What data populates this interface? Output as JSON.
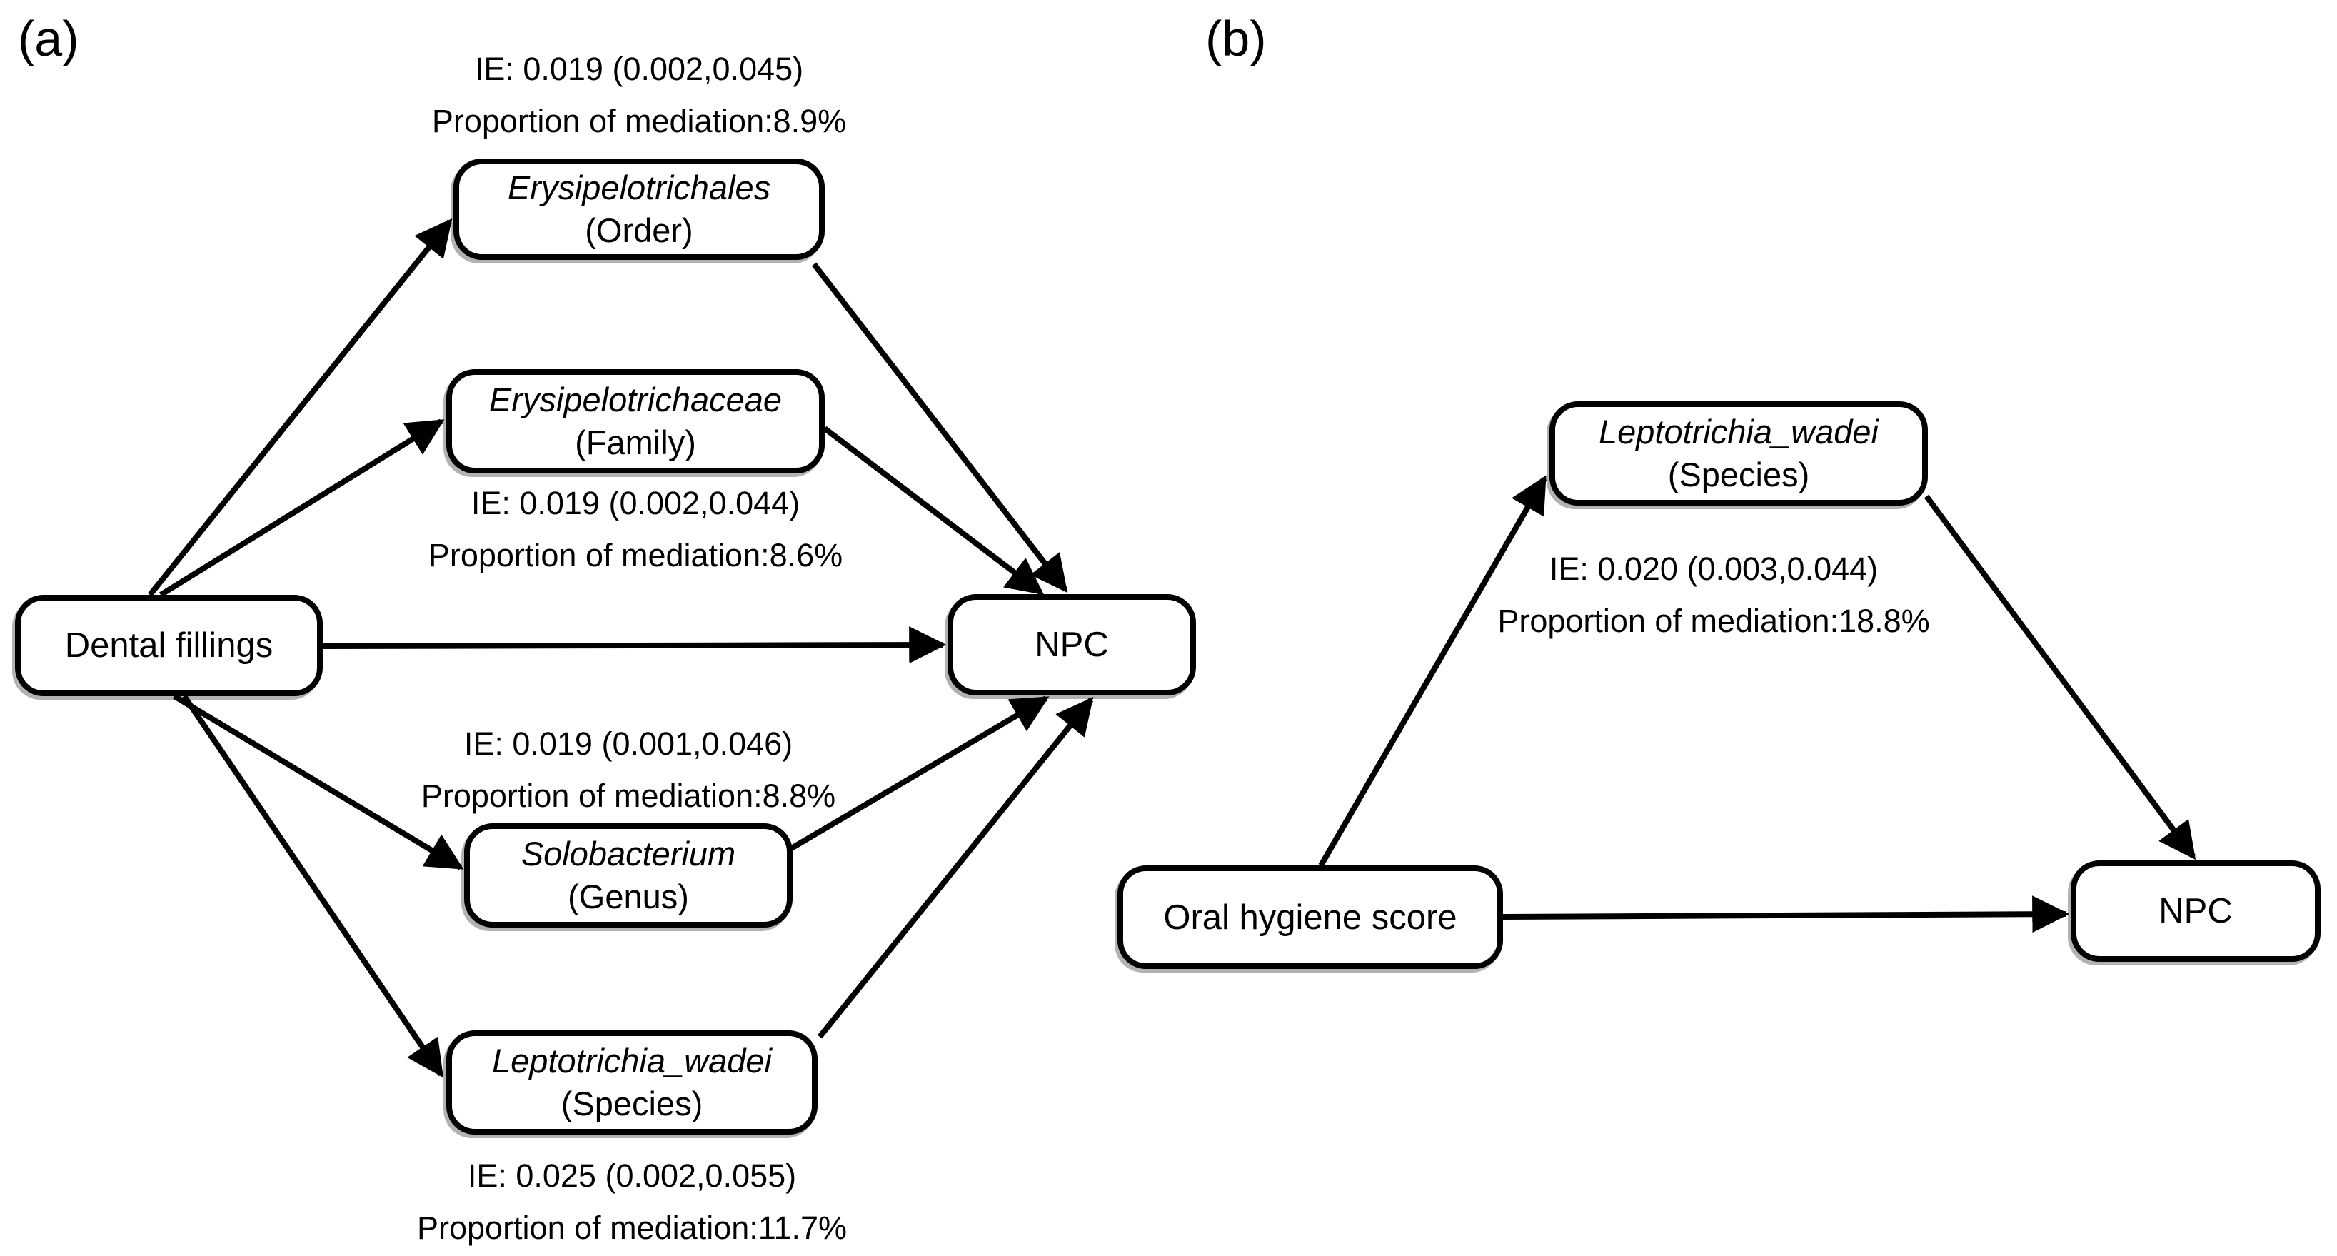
{
  "figure": {
    "background_color": "#ffffff",
    "line_color": "#000000",
    "panel_a": {
      "label": "(a)",
      "exposure": "Dental fillings",
      "outcome": "NPC",
      "mediators": [
        {
          "taxon": "Erysipelotrichales",
          "rank": "(Order)",
          "ie": "IE: 0.019 (0.002,0.045)",
          "proportion": "Proportion of mediation:8.9%"
        },
        {
          "taxon": "Erysipelotrichaceae",
          "rank": "(Family)",
          "ie": "IE: 0.019 (0.002,0.044)",
          "proportion": "Proportion of mediation:8.6%"
        },
        {
          "taxon": "Solobacterium",
          "rank": "(Genus)",
          "ie": "IE: 0.019 (0.001,0.046)",
          "proportion": "Proportion of mediation:8.8%"
        },
        {
          "taxon": "Leptotrichia_wadei",
          "rank": "(Species)",
          "ie": "IE: 0.025 (0.002,0.055)",
          "proportion": "Proportion of mediation:11.7%"
        }
      ]
    },
    "panel_b": {
      "label": "(b)",
      "exposure": "Oral hygiene score",
      "outcome": "NPC",
      "mediators": [
        {
          "taxon": "Leptotrichia_wadei",
          "rank": "(Species)",
          "ie": "IE: 0.020 (0.003,0.044)",
          "proportion": "Proportion of mediation:18.8%"
        }
      ]
    }
  }
}
